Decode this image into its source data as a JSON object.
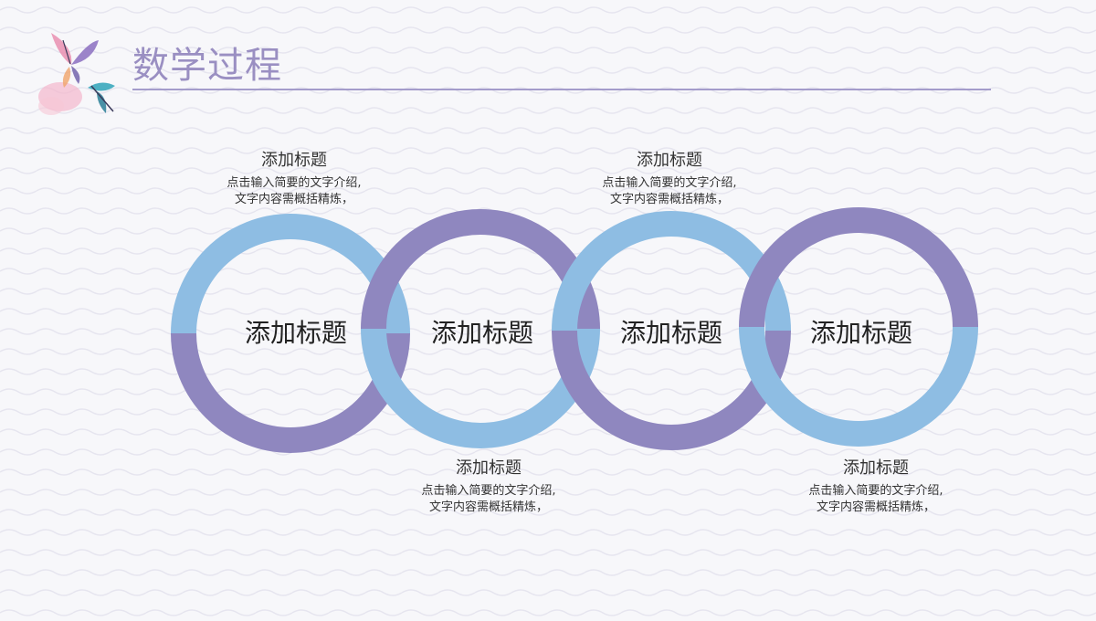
{
  "slide": {
    "title": "数学过程",
    "colors": {
      "accent_blue": "#8ebde3",
      "accent_purple": "#8f87bf",
      "title_color": "#9a8fc2"
    },
    "rings": [
      {
        "label": "添加标题"
      },
      {
        "label": "添加标题"
      },
      {
        "label": "添加标题"
      },
      {
        "label": "添加标题"
      }
    ],
    "captions": [
      {
        "title": "添加标题",
        "line1": "点击输入简要的文字介绍,",
        "line2": "文字内容需概括精炼，"
      },
      {
        "title": "添加标题",
        "line1": "点击输入简要的文字介绍,",
        "line2": "文字内容需概括精炼，"
      },
      {
        "title": "添加标题",
        "line1": "点击输入简要的文字介绍,",
        "line2": "文字内容需概括精炼，"
      },
      {
        "title": "添加标题",
        "line1": "点击输入简要的文字介绍,",
        "line2": "文字内容需概括精炼，"
      }
    ],
    "decoration": "butterfly-watercolor-icon"
  }
}
